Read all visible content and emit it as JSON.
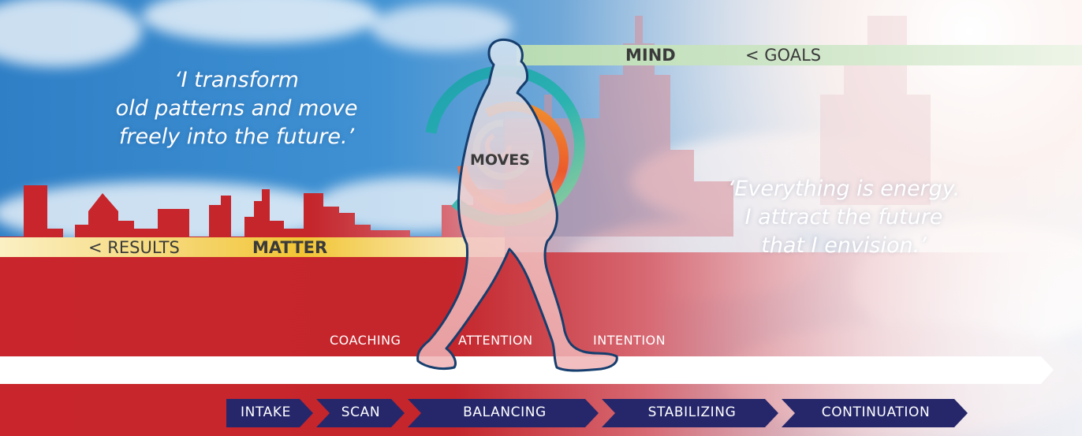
{
  "quote_left": {
    "line1": "‘I transform",
    "line2": "old patterns and move",
    "line3": "freely into the future.’"
  },
  "quote_right": {
    "line1": "‘Everything is energy.",
    "line2": "I attract the future",
    "line3": "that I envision.’"
  },
  "bands": {
    "mind": {
      "label": "MIND",
      "goal": "< GOALS",
      "color": "#cfe6c8"
    },
    "matter": {
      "label": "MATTER",
      "result": "< RESULTS",
      "color": "#f2c534"
    }
  },
  "center_label": "MOVES",
  "stages": [
    "COACHING",
    "ATTENTION",
    "INTENTION"
  ],
  "steps": [
    "INTAKE",
    "SCAN",
    "BALANCING",
    "STABILIZING",
    "CONTINUATION"
  ],
  "colors": {
    "red": "#c8262c",
    "navy": "#26276b",
    "sky": "#3f8fd0",
    "walker_outline": "#163e6e"
  }
}
